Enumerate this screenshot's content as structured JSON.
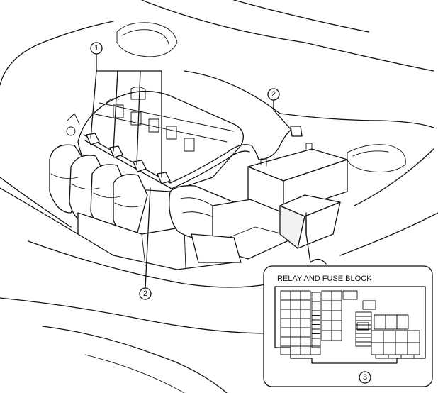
{
  "callouts": [
    {
      "id": "callout-1",
      "number": "1"
    },
    {
      "id": "callout-2-top",
      "number": "2"
    },
    {
      "id": "callout-2-bottom",
      "number": "2"
    },
    {
      "id": "callout-3",
      "number": "3"
    }
  ],
  "inset": {
    "title": "RELAY AND FUSE BLOCK"
  }
}
